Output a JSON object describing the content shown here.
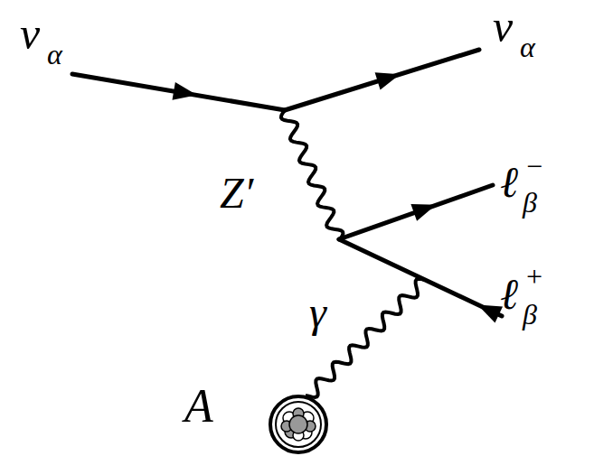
{
  "diagram": {
    "nodes": [
      {
        "text": [
          "A"
        ]
      }
    ],
    "labels": [
      "ν",
      "α",
      "ν",
      "α",
      "ℓ",
      "β",
      "−",
      "Z′",
      "ℓ",
      "β",
      "+",
      "γ"
    ]
  }
}
